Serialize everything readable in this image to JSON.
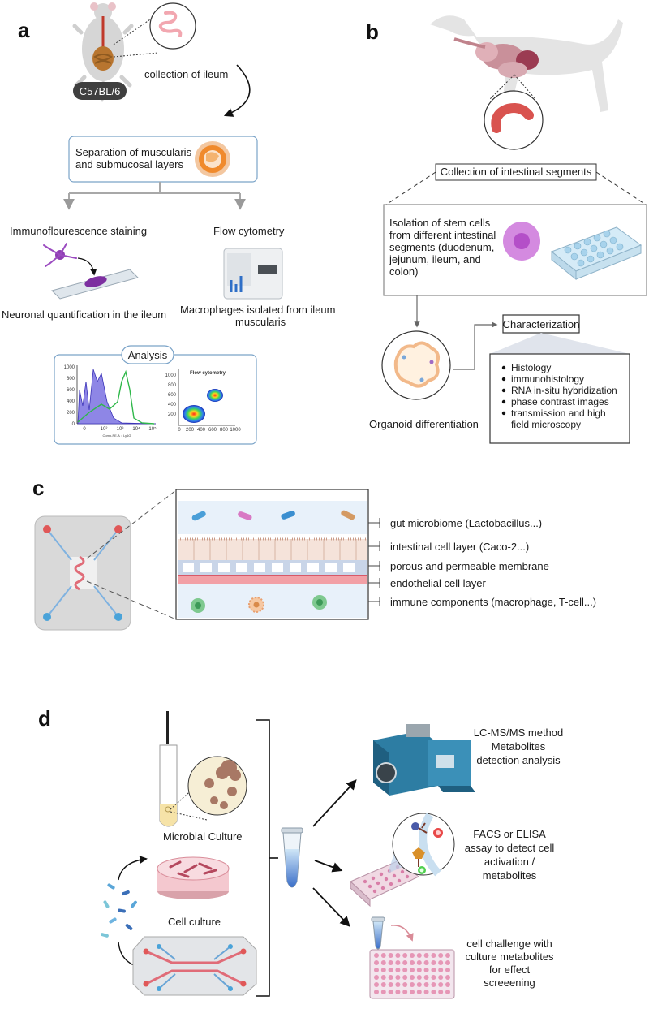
{
  "panels": {
    "a": {
      "letter": "a",
      "strain": "C57BL/6",
      "collection": "collection of ileum",
      "separation": [
        "Separation of muscularis",
        "and submucosal layers"
      ],
      "if_title": "Immunoflourescence staining",
      "if_result": "Neuronal quantification in the ileum",
      "flow_title": "Flow cytometry",
      "flow_result": [
        "Macrophages isolated from ileum",
        "muscularis"
      ],
      "analysis": "Analysis",
      "scatter_title": "Flow cytometry"
    },
    "b": {
      "letter": "b",
      "collection": "Collection of intestinal segments",
      "isolation": [
        "Isolation of stem cells",
        "from different intestinal",
        "segments (duodenum,",
        "jejunum, ileum, and",
        "colon)"
      ],
      "organoid": "Organoid differentiation",
      "characterization": "Characterization",
      "methods": [
        "Histology",
        "immunohistology",
        "RNA in-situ hybridization",
        "phase contrast images",
        "transmission and high",
        "field microscopy"
      ]
    },
    "c": {
      "letter": "c",
      "layers": [
        "gut microbiome (Lactobacillus...)",
        "intestinal cell layer (Caco-2...)",
        "porous and permeable membrane",
        "endothelial cell layer",
        "immune components (macrophage, T-cell...)"
      ]
    },
    "d": {
      "letter": "d",
      "microbial": "Microbial Culture",
      "cell_culture": "Cell culture",
      "lcms": [
        "LC-MS/MS method",
        "Metabolites",
        "detection analysis"
      ],
      "facs": [
        "FACS or ELISA",
        "assay to detect cell",
        "activation /",
        "metabolites"
      ],
      "challenge": [
        "cell challenge with",
        "culture metabolites",
        "for effect",
        "screeening"
      ]
    }
  },
  "histogram": {
    "xticks": [
      "0",
      "10²",
      "10³",
      "10⁴",
      "10⁵"
    ],
    "yticks": [
      "0",
      "200",
      "400",
      "600",
      "800",
      "1000"
    ],
    "xlabel": "Comp-PE-A :: Ly6G"
  },
  "scatter": {
    "ticks": [
      "0",
      "200",
      "400",
      "600",
      "800",
      "1000"
    ]
  },
  "colors": {
    "pink": "#f2a7b0",
    "purple": "#9b3fb8",
    "histogram_fill": "#8e86e6",
    "histogram_line": "#2fb84a",
    "vessel": "#e06c78",
    "teal": "#2d7da3"
  }
}
